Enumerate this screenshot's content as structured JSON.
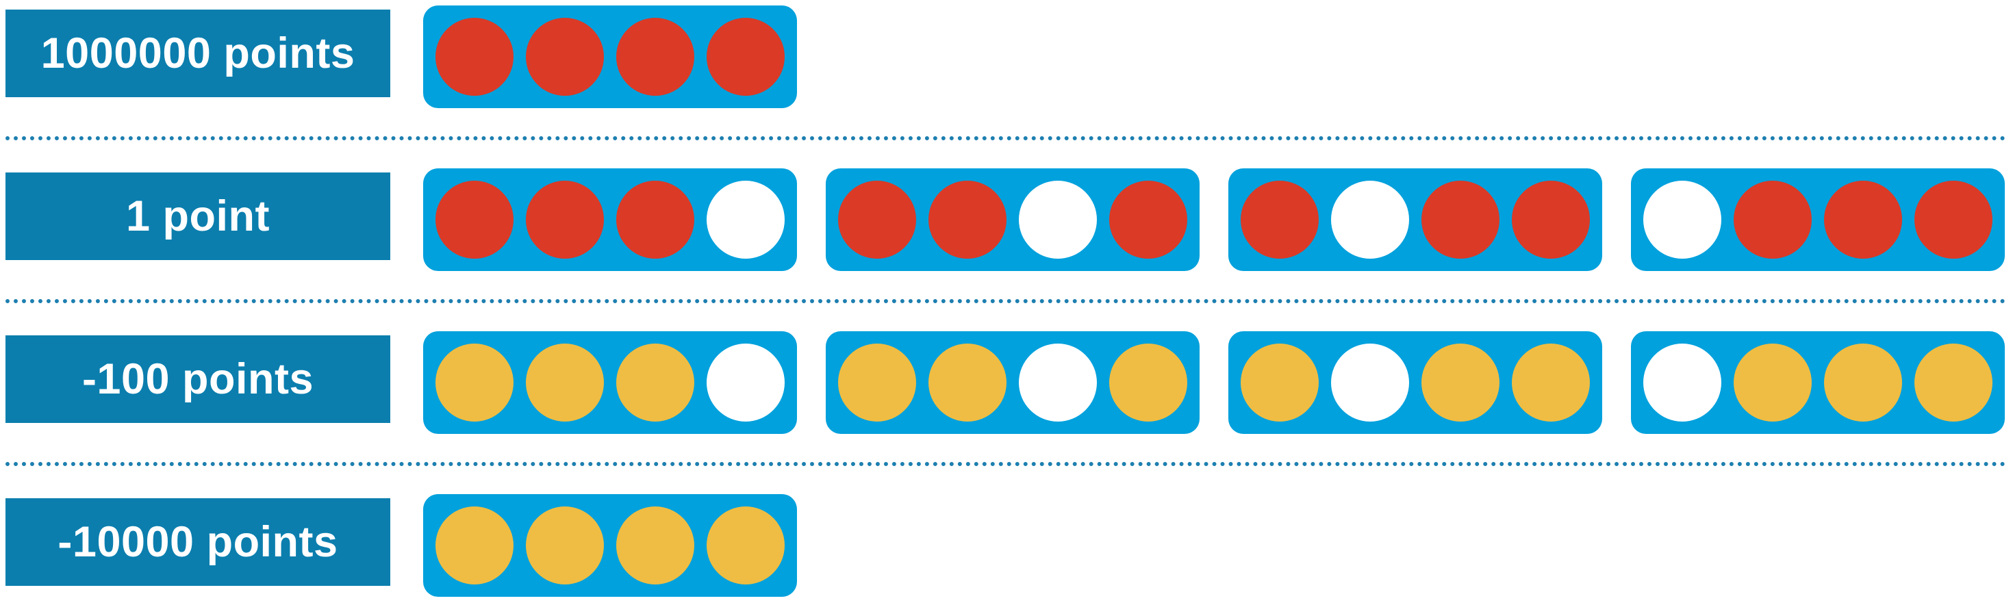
{
  "colors": {
    "label_bg": "#0b7eae",
    "tile_bg": "#00a1dd",
    "separator": "#1d7fb0",
    "red": "#db3a26",
    "yellow": "#efbd43",
    "white": "#ffffff"
  },
  "rows": [
    {
      "label": "1000000 points",
      "tiles": [
        [
          "red",
          "red",
          "red",
          "red"
        ]
      ]
    },
    {
      "label": "1 point",
      "tiles": [
        [
          "red",
          "red",
          "red",
          "white"
        ],
        [
          "red",
          "red",
          "white",
          "red"
        ],
        [
          "red",
          "white",
          "red",
          "red"
        ],
        [
          "white",
          "red",
          "red",
          "red"
        ]
      ]
    },
    {
      "label": "-100 points",
      "tiles": [
        [
          "yellow",
          "yellow",
          "yellow",
          "white"
        ],
        [
          "yellow",
          "yellow",
          "white",
          "yellow"
        ],
        [
          "yellow",
          "white",
          "yellow",
          "yellow"
        ],
        [
          "white",
          "yellow",
          "yellow",
          "yellow"
        ]
      ]
    },
    {
      "label": "-10000 points",
      "tiles": [
        [
          "yellow",
          "yellow",
          "yellow",
          "yellow"
        ]
      ]
    }
  ]
}
